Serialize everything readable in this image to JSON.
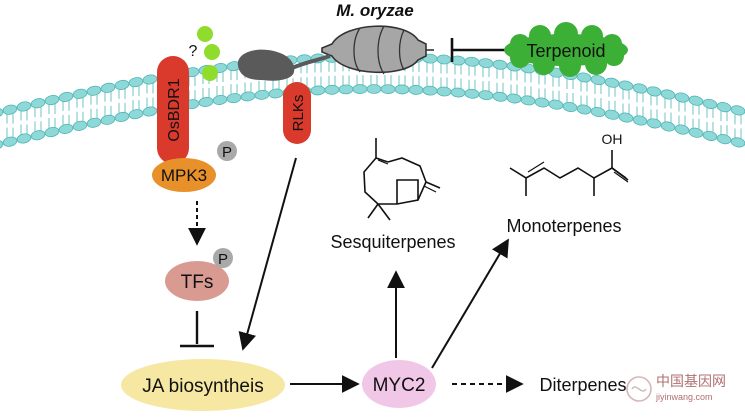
{
  "title": "M. oryzae",
  "nodes": {
    "terpenoid": "Terpenoid",
    "osbdr1": "OsBDR1",
    "question": "?",
    "rlks": "RLKs",
    "mpk3": "MPK3",
    "phospho_mpk3": "P",
    "tfs": "TFs",
    "phospho_tfs": "P",
    "ja": "JA biosyntheis",
    "myc2": "MYC2",
    "sesquiterpenes": "Sesquiterpenes",
    "monoterpenes": "Monoterpenes",
    "diterpenes": "Diterpenes",
    "oh": "OH"
  },
  "watermark": {
    "cn": "中国基因网",
    "url": "jiyinwang.com"
  },
  "colors": {
    "membrane": "#8fd8d8",
    "membrane_stroke": "#4fb5b5",
    "red": "#d93a2b",
    "orange": "#e8902a",
    "pink": "#d99a92",
    "ja": "#f6e7a2",
    "myc2": "#f1c7e8",
    "terpenoid": "#3cb036",
    "green_dot": "#8fdc2c",
    "fungus": "#a6a6a6",
    "p_grey": "#a9a9a9"
  }
}
